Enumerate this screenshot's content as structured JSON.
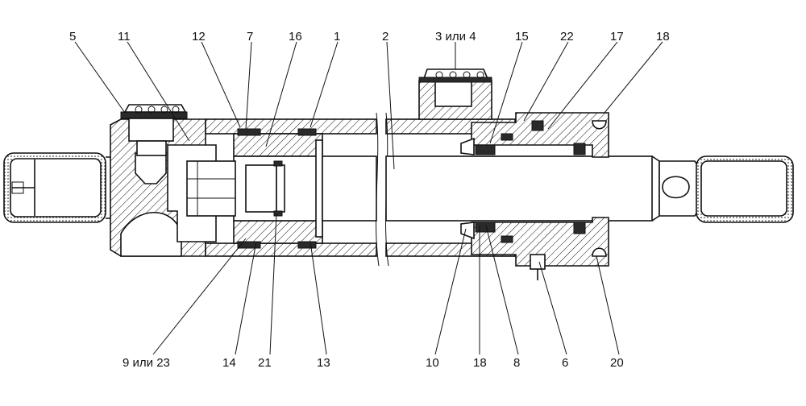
{
  "callouts": {
    "top": [
      {
        "id": "c5",
        "text": "5"
      },
      {
        "id": "c11",
        "text": "11"
      },
      {
        "id": "c12",
        "text": "12"
      },
      {
        "id": "c7",
        "text": "7"
      },
      {
        "id": "c16",
        "text": "16"
      },
      {
        "id": "c1",
        "text": "1"
      },
      {
        "id": "c2",
        "text": "2"
      },
      {
        "id": "c3",
        "text": "3 или 4"
      },
      {
        "id": "c15",
        "text": "15"
      },
      {
        "id": "c22",
        "text": "22"
      },
      {
        "id": "c17",
        "text": "17"
      },
      {
        "id": "c18top",
        "text": "18"
      }
    ],
    "bottom": [
      {
        "id": "c9",
        "text": "9 или 23"
      },
      {
        "id": "c14",
        "text": "14"
      },
      {
        "id": "c21",
        "text": "21"
      },
      {
        "id": "c13",
        "text": "13"
      },
      {
        "id": "c10",
        "text": "10"
      },
      {
        "id": "c18bot",
        "text": "18"
      },
      {
        "id": "c8",
        "text": "8"
      },
      {
        "id": "c6",
        "text": "6"
      },
      {
        "id": "c20",
        "text": "20"
      }
    ]
  }
}
